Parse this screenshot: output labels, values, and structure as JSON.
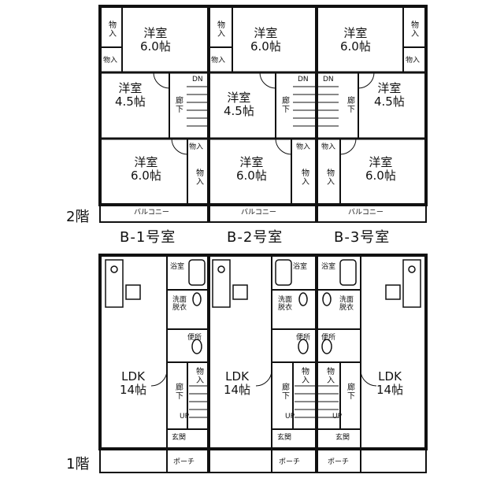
{
  "floors": {
    "upper": "2階",
    "lower": "1階"
  },
  "units": [
    "B-1号室",
    "B-2号室",
    "B-3号室"
  ],
  "rooms": {
    "western_6": "洋室",
    "western_6_size": "6.0帖",
    "western_45_size": "4.5帖",
    "storage": "物入",
    "hall": "廊下",
    "down": "DN",
    "up": "UP",
    "balcony": "バルコニー",
    "ldk": "LDK",
    "ldk_size": "14帖",
    "bath": "浴室",
    "washroom": "洗面脱衣",
    "toilet": "便所",
    "entrance": "玄関",
    "porch": "ポーチ"
  }
}
